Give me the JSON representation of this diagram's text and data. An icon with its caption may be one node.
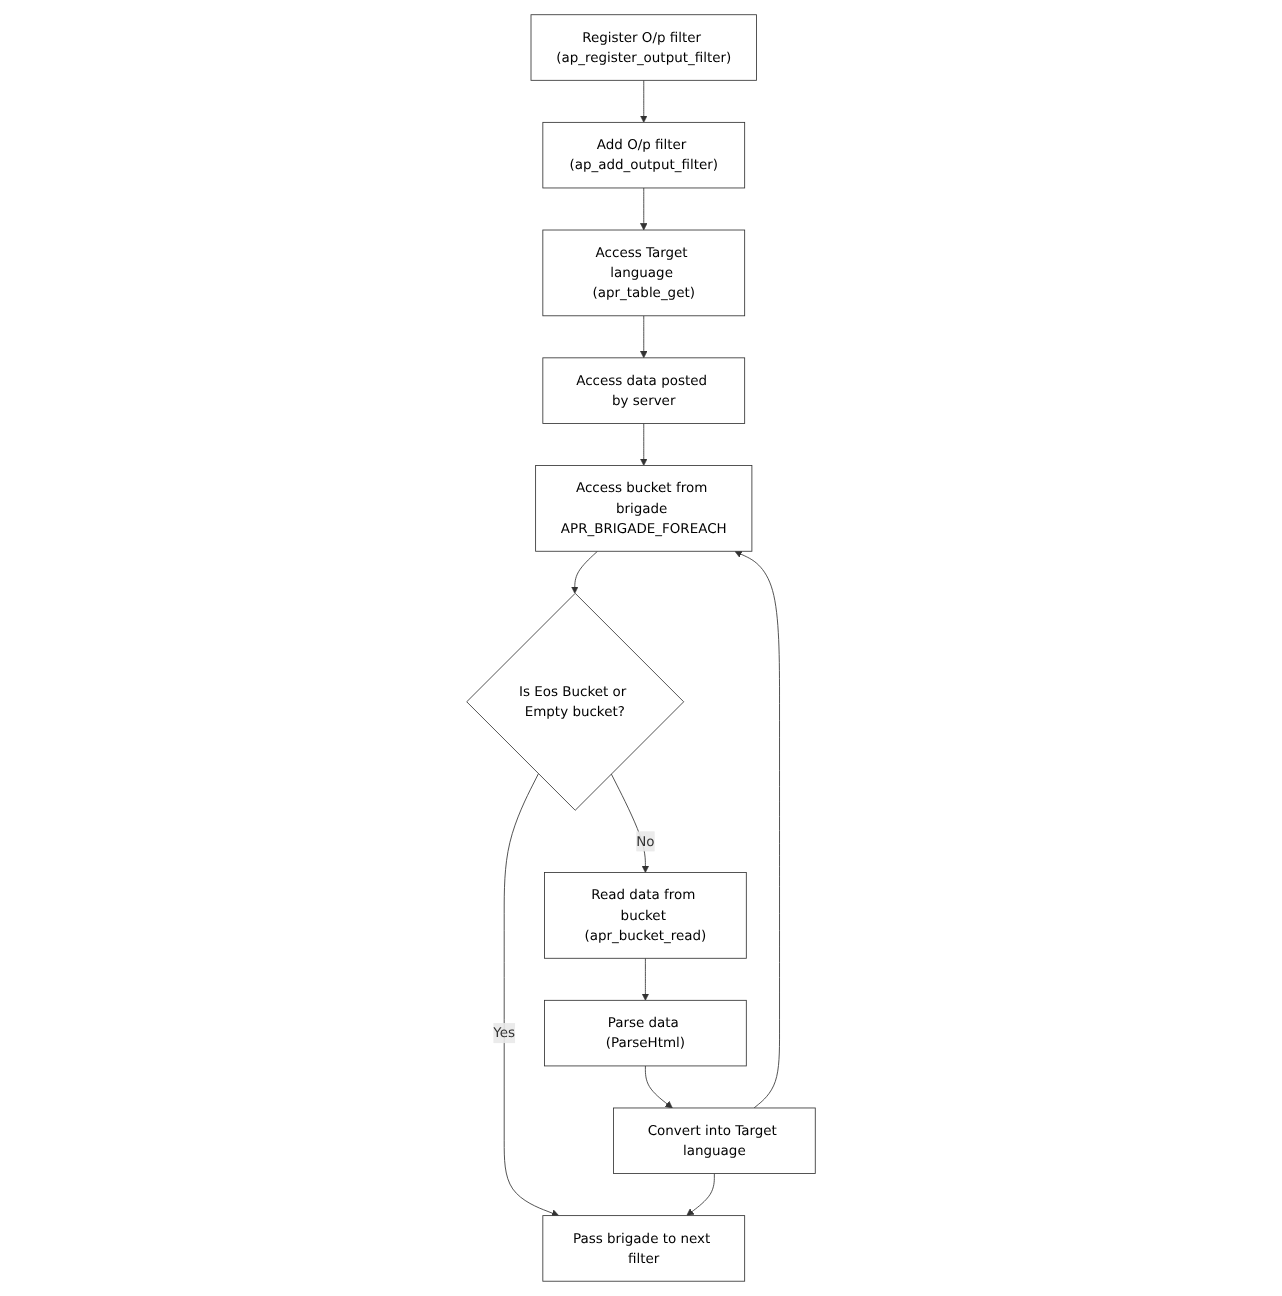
{
  "diagram": {
    "nodes": [
      {
        "text": [
          "Register O/p filter (ap_register_output_filter)"
        ]
      },
      {
        "text": [
          "Add O/p filter (ap_add_output_filter)"
        ]
      },
      {
        "text": [
          "Access Target language (apr_table_get)"
        ]
      },
      {
        "text": [
          "Access data posted by server"
        ]
      },
      {
        "text": [
          "Access bucket from brigade APR_BRIGADE_FOREACH"
        ]
      },
      {
        "text": [
          "Is Eos Bucket or Empty bucket?"
        ]
      },
      {
        "text": [
          "Read data from bucket (apr_bucket_read)"
        ]
      },
      {
        "text": [
          "Parse data (ParseHtml)"
        ]
      },
      {
        "text": [
          "Convert into Target language"
        ]
      },
      {
        "text": [
          "Pass brigade to next filter"
        ]
      }
    ],
    "edges": [
      {
        "from": 0,
        "to": 1,
        "arrow": "to"
      },
      {
        "from": 1,
        "to": 2,
        "arrow": "to"
      },
      {
        "from": 2,
        "to": 3,
        "arrow": "to"
      },
      {
        "from": 3,
        "to": 4,
        "arrow": "to"
      },
      {
        "from": 4,
        "to": 5,
        "arrow": "to"
      },
      {
        "from": 5,
        "to": 6,
        "arrow": "to",
        "label": "No"
      },
      {
        "from": 5,
        "to": 9,
        "arrow": "to",
        "label": "Yes"
      },
      {
        "from": 6,
        "to": 7,
        "arrow": "to"
      },
      {
        "from": 7,
        "to": 8,
        "arrow": "to"
      },
      {
        "from": 8,
        "to": 4,
        "arrow": "to"
      },
      {
        "from": 8,
        "to": 9,
        "arrow": "to"
      }
    ]
  }
}
